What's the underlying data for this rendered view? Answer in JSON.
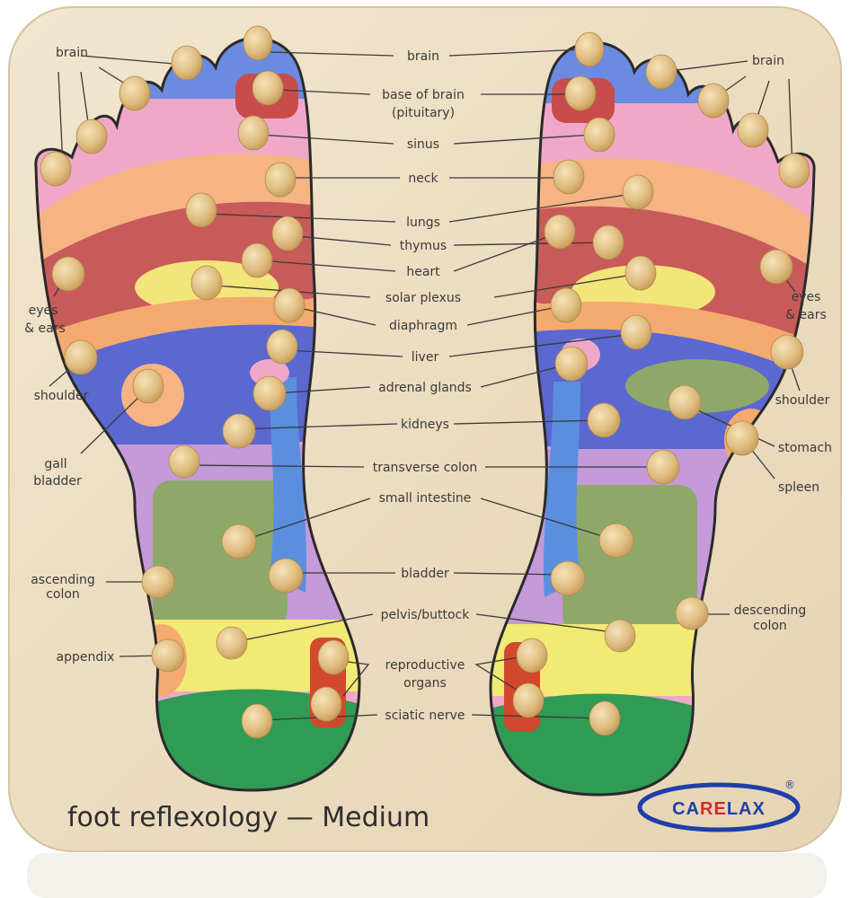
{
  "labels": {
    "center": {
      "brain": "brain",
      "base_of_brain_1": "base of brain",
      "base_of_brain_2": "(pituitary)",
      "sinus": "sinus",
      "neck": "neck",
      "lungs": "lungs",
      "thymus": "thymus",
      "heart": "heart",
      "solar_plexus": "solar plexus",
      "diaphragm": "diaphragm",
      "liver": "liver",
      "adrenal_glands": "adrenal glands",
      "kidneys": "kidneys",
      "transverse_colon": "transverse colon",
      "small_intestine": "small intestine",
      "bladder": "bladder",
      "pelvis_buttock": "pelvis/buttock",
      "reproductive_1": "reproductive",
      "reproductive_2": "organs",
      "sciatic_nerve": "sciatic nerve"
    },
    "left": {
      "brain": "brain",
      "eyes_1": "eyes",
      "eyes_2": "& ears",
      "shoulder": "shoulder",
      "gall_1": "gall",
      "gall_2": "bladder",
      "ascending_1": "ascending",
      "ascending_2": "colon",
      "appendix": "appendix"
    },
    "right": {
      "brain": "brain",
      "eyes_1": "eyes",
      "eyes_2": "& ears",
      "shoulder": "shoulder",
      "stomach": "stomach",
      "spleen": "spleen",
      "descending_1": "descending",
      "descending_2": "colon"
    }
  },
  "footer": {
    "title": "foot reflexology — Medium",
    "brand_part1": "CA",
    "brand_part2": "RE",
    "brand_part3": "LAX",
    "registered": "®"
  },
  "colors": {
    "board": "#eedfc5",
    "brand_blue": "#1f3fa8",
    "brand_red": "#d22b2b"
  }
}
